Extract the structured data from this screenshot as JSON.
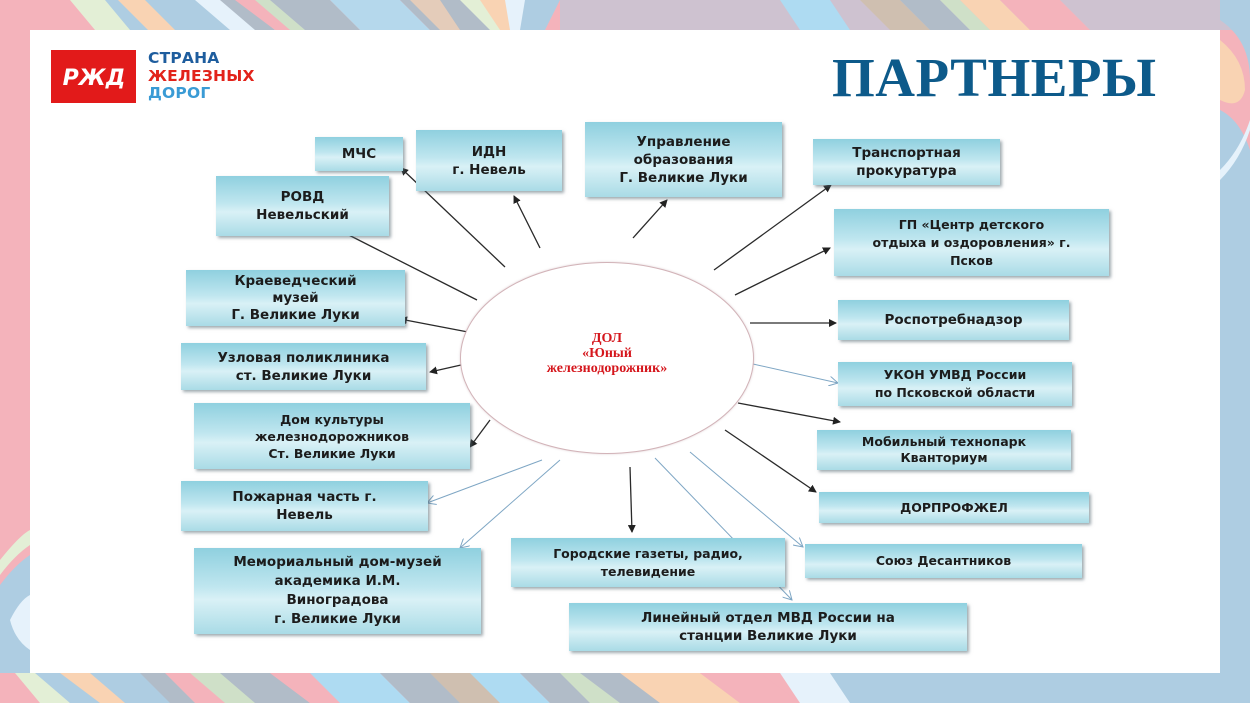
{
  "header": {
    "logo": {
      "icon": "rzd-logo-icon",
      "badge_color": "#e21a1a",
      "line1": "СТРАНА",
      "line2": "ЖЕЛЕЗНЫХ",
      "line3": "ДОРОГ"
    },
    "title": "ПАРТНЕРЫ"
  },
  "colors": {
    "title": "#0d5a8a",
    "center_text": "#d5161c",
    "box_fill": "#bfe6ef"
  },
  "center": {
    "label": "ДОЛ\n«Юный\nжелезнодорожник»"
  },
  "partners": [
    {
      "id": "mchs",
      "label": "МЧС"
    },
    {
      "id": "idn",
      "label": "ИДН\nг. Невель"
    },
    {
      "id": "upr-obr",
      "label": "Управление\nобразования\nГ. Великие Луки"
    },
    {
      "id": "transport-prok",
      "label": "Транспортная\nпрокуратура"
    },
    {
      "id": "rovd",
      "label": "РОВД\nНевельский"
    },
    {
      "id": "gp-centr",
      "label": "ГП «Центр детского\nотдыха и оздоровления» г.\nПсков"
    },
    {
      "id": "kraeved",
      "label": "Краеведческий\nмузей\nГ. Великие Луки"
    },
    {
      "id": "rospotreb",
      "label": "Роспотребнадзор"
    },
    {
      "id": "poliklinika",
      "label": "Узловая поликлиника\nст. Великие Луки"
    },
    {
      "id": "ukon",
      "label": "УКОН УМВД России\nпо Псковской области"
    },
    {
      "id": "dom-kult",
      "label": "Дом культуры\nжелезнодорожников\nСт. Великие Луки"
    },
    {
      "id": "kvantorium",
      "label": "Мобильный технопарк\nКванториум"
    },
    {
      "id": "pozh",
      "label": "Пожарная часть г.\nНевель"
    },
    {
      "id": "dorprofzhel",
      "label": "ДОРПРОФЖЕЛ"
    },
    {
      "id": "gazety",
      "label": "Городские газеты, радио,\nтелевидение"
    },
    {
      "id": "soyuz",
      "label": "Союз Десантников"
    },
    {
      "id": "memorial",
      "label": "Мемориальный дом-музей\nакадемика И.М.\nВиноградова\nг. Великие Луки"
    },
    {
      "id": "lineyny",
      "label": "Линейный отдел МВД России на\nстанции Великие Луки"
    }
  ]
}
